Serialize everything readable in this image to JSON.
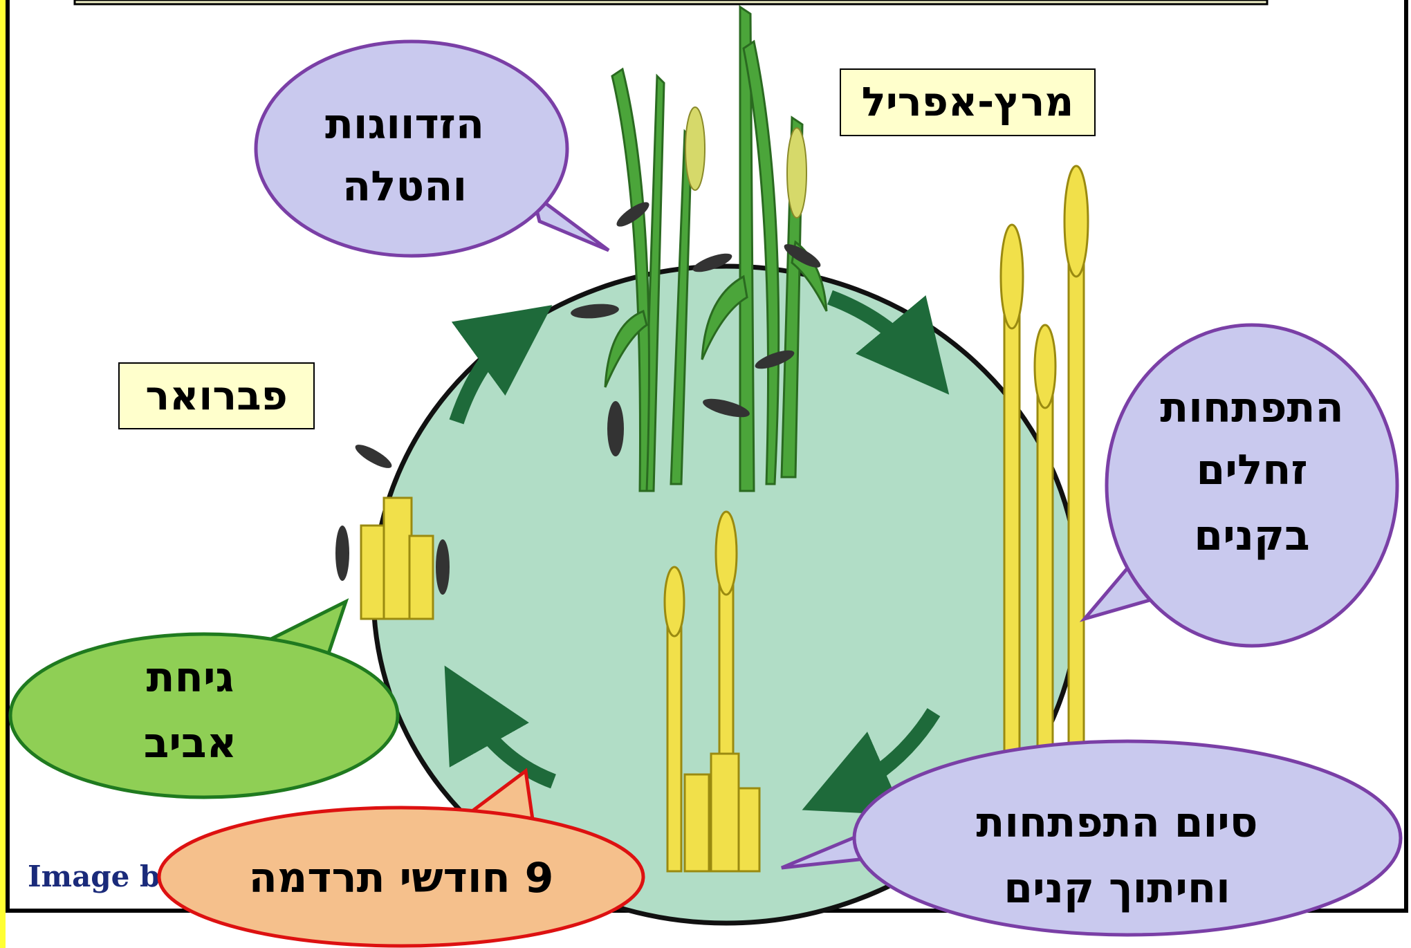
{
  "colors": {
    "frame": "#000000",
    "left_strip": "#ffff33",
    "circle_fill": "#b1ddc6",
    "circle_stroke": "#111111",
    "arrow": "#1e6a3a",
    "label_box_fill": "#ffffcc",
    "lavender_bubble_fill": "#c9c9ee",
    "lavender_bubble_stroke": "#7a3fa6",
    "green_bubble_fill": "#8fcf55",
    "green_bubble_stroke": "#1f7a1f",
    "orange_bubble_fill": "#f5c08c",
    "orange_bubble_stroke": "#dd1111",
    "stem_green": "#4ba53a",
    "stem_yellow": "#f1e04a",
    "insect": "#333333",
    "credit": "#1a2a7a"
  },
  "labels": {
    "march_april": "מרץ-אפריל",
    "february": "פברואר"
  },
  "bubbles": {
    "mating_line1": "הזדווגות",
    "mating_line2": "והטלה",
    "larvae_line1": "התפתחות",
    "larvae_line2": "זחלים",
    "larvae_line3": "בקנים",
    "end_line1": "סיום התפתחות",
    "end_line2": "וחיתוך קנים",
    "dormancy": "9 חודשי תרדמה",
    "spring_line1": "גיחת",
    "spring_line2": "אביב"
  },
  "credit": {
    "text": "Image b"
  },
  "icons": {
    "cycle_arrows": "curved-arrow-icon",
    "insects": "moth-icon",
    "plants": "reed-stem-icon"
  }
}
